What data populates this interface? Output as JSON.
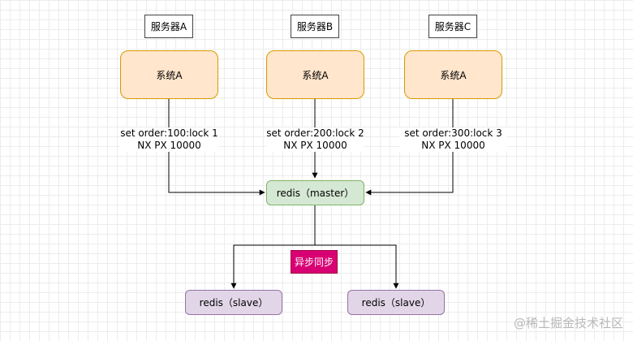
{
  "servers": [
    {
      "label": "服务器A",
      "system": "系统A",
      "command_line1": "set order:100:lock 1",
      "command_line2": "NX PX 10000"
    },
    {
      "label": "服务器B",
      "system": "系统A",
      "command_line1": "set order:200:lock 2",
      "command_line2": "NX PX 10000"
    },
    {
      "label": "服务器C",
      "system": "系统A",
      "command_line1": "set order:300:lock 3",
      "command_line2": "NX PX 10000"
    }
  ],
  "master": {
    "label": "redis（master）"
  },
  "sync": {
    "label": "异步同步"
  },
  "slaves": [
    {
      "label": "redis（slave）"
    },
    {
      "label": "redis（slave）"
    }
  ],
  "watermark": "@稀土掘金技术社区",
  "colors": {
    "system_fill": "#ffe6cc",
    "system_border": "#d79b00",
    "master_fill": "#d5e8d4",
    "master_border": "#82b366",
    "slave_fill": "#e1d5e7",
    "slave_border": "#9673a6",
    "sync_fill": "#d80073",
    "sync_text": "#ffffff"
  }
}
